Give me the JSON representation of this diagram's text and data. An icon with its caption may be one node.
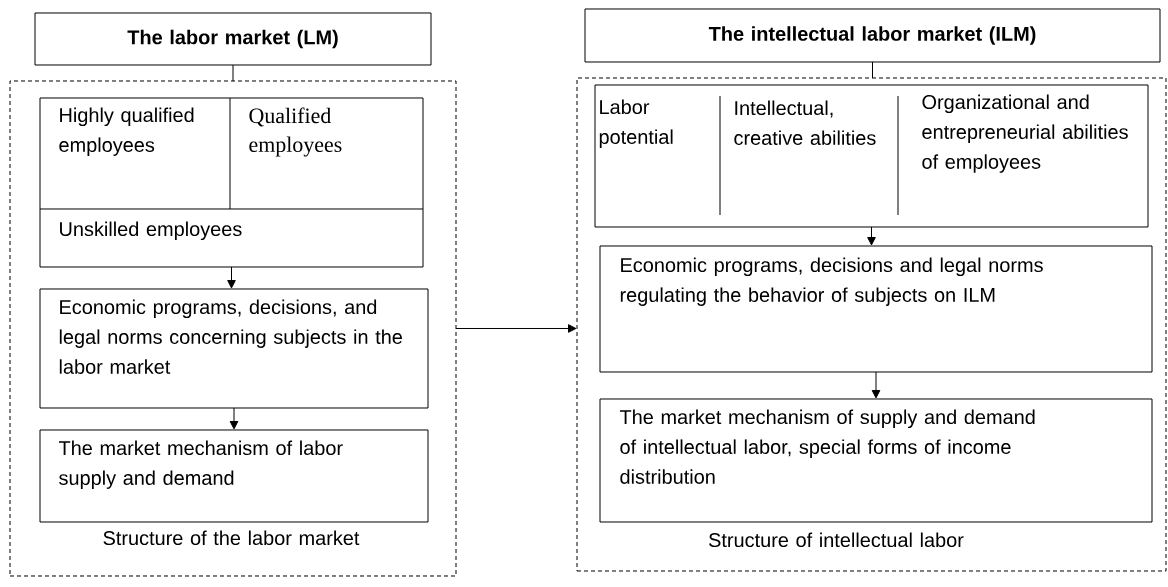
{
  "diagram": {
    "nodes": [
      {
        "text": [
          "The labor market (LM)"
        ]
      },
      {
        "text": [
          "Structure of the labor market"
        ]
      },
      {
        "text": [],
        "shape": "box",
        "in": 1
      },
      {
        "text": [
          "Highly qualified employees"
        ],
        "in": 2
      },
      {
        "text": [
          "Qualified employees"
        ],
        "in": 2
      },
      {
        "text": [
          "Unskilled employees"
        ],
        "in": 2
      },
      {
        "text": [
          "Economic programs, decisions, and legal norms concerning subjects in the labor market"
        ],
        "in": 1
      },
      {
        "text": [
          "The market mechanism of labor supply and demand"
        ],
        "in": 1
      },
      {
        "text": [
          "The intellectual labor market (ILM)"
        ]
      },
      {
        "text": [
          "Structure of intellectual labor"
        ]
      },
      {
        "text": [],
        "shape": "box",
        "in": 9
      },
      {
        "text": [
          "Labor potential"
        ],
        "in": 10
      },
      {
        "text": [
          "Intellectual, creative abilities"
        ],
        "in": 10
      },
      {
        "text": [
          "Organizational and entrepreneurial abilities of employees"
        ],
        "in": 10
      },
      {
        "text": [
          "Economic programs, decisions and legal norms regulating the behavior of subjects on ILM"
        ],
        "in": 9
      },
      {
        "text": [
          "The market mechanism of supply and demand of intellectual labor, special forms of income distribution"
        ],
        "in": 9
      }
    ],
    "edges": [
      {
        "from": 0,
        "to": 1,
        "arrow": "none"
      },
      {
        "from": 2,
        "to": 6,
        "arrow": "to"
      },
      {
        "from": 6,
        "to": 7,
        "arrow": "to"
      },
      {
        "from": 1,
        "to": 9,
        "arrow": "to"
      },
      {
        "from": 8,
        "to": 9,
        "arrow": "none"
      },
      {
        "from": 10,
        "to": 14,
        "arrow": "to"
      },
      {
        "from": 14,
        "to": 15,
        "arrow": "to"
      }
    ]
  }
}
